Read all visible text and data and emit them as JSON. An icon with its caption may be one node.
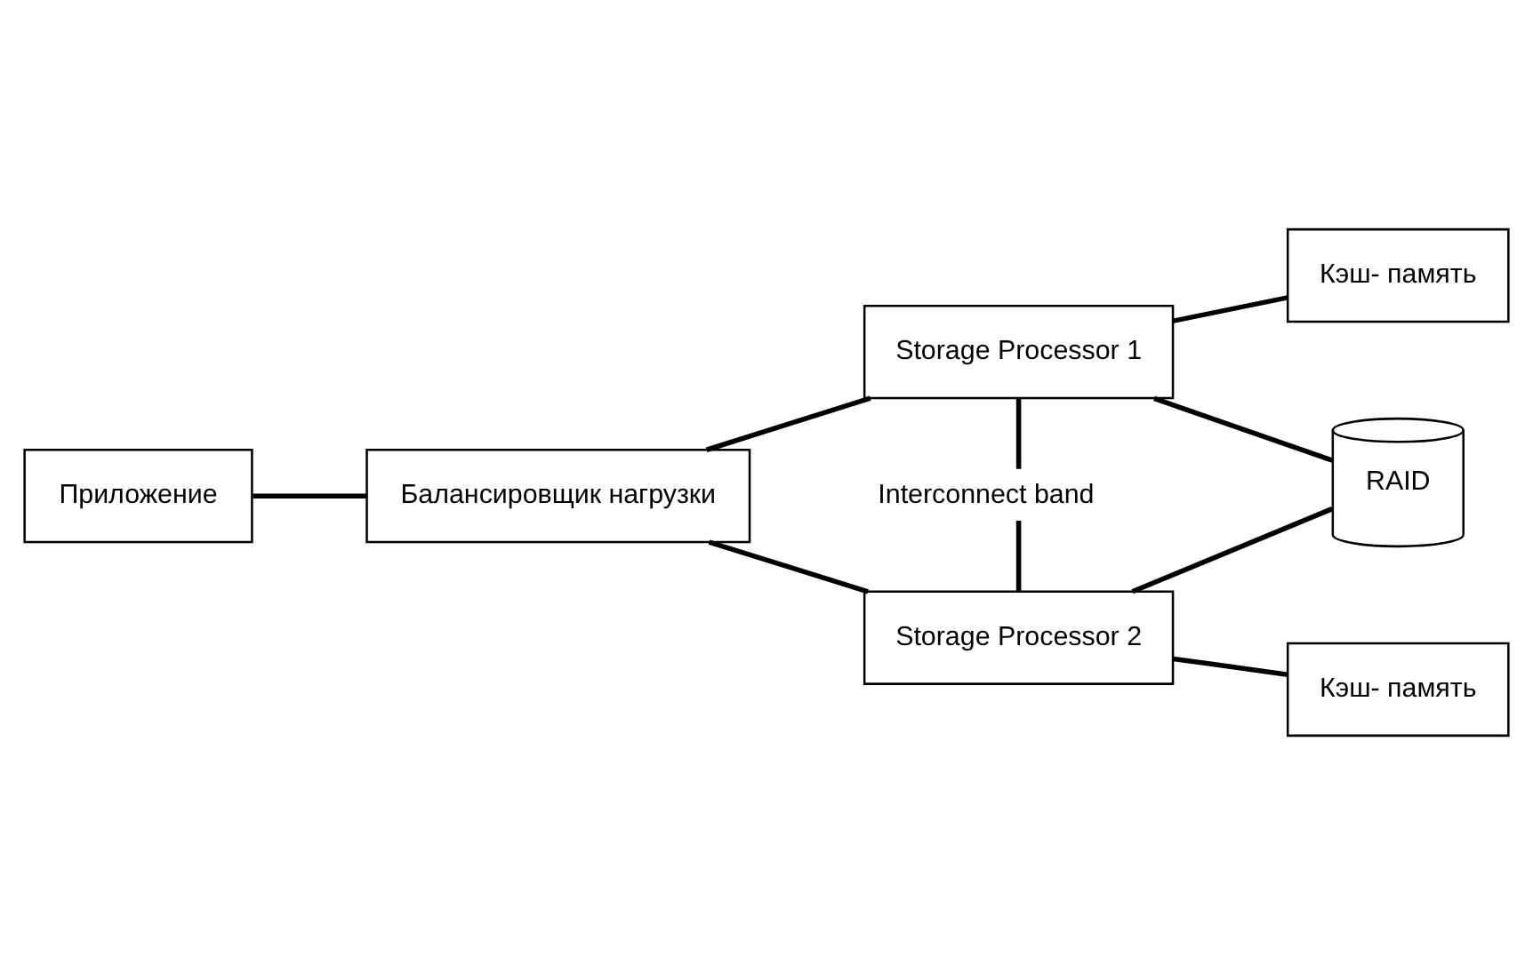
{
  "diagram": {
    "nodes": [
      {
        "text": [
          "Приложение"
        ]
      },
      {
        "text": [
          "Балансировщик нагрузки"
        ]
      },
      {
        "text": [
          "Storage Processor 1"
        ]
      },
      {
        "text": [
          "Storage Processor 2"
        ]
      },
      {
        "text": [
          "Кэш- память"
        ]
      },
      {
        "text": [
          "RAID"
        ]
      },
      {
        "text": [
          "Кэш- память"
        ]
      }
    ],
    "edges": [
      {
        "from": 0,
        "to": 1,
        "arrow": "none"
      },
      {
        "from": 1,
        "to": 2,
        "arrow": "none"
      },
      {
        "from": 1,
        "to": 3,
        "arrow": "none"
      },
      {
        "from": 2,
        "to": 3,
        "arrow": "none",
        "label": "Interconnect band"
      },
      {
        "from": 2,
        "to": 4,
        "arrow": "none"
      },
      {
        "from": 2,
        "to": 5,
        "arrow": "none"
      },
      {
        "from": 3,
        "to": 5,
        "arrow": "none"
      },
      {
        "from": 3,
        "to": 6,
        "arrow": "none"
      }
    ]
  }
}
